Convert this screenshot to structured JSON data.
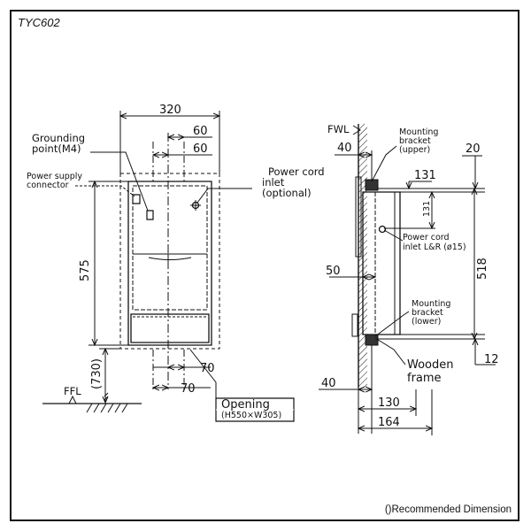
{
  "model": "TYC602",
  "note": "()Recommended Dimension",
  "front": {
    "dims": {
      "width": "320",
      "sixty_a": "60",
      "sixty_b": "60",
      "height": "575",
      "floor": "(730)",
      "seventy_a": "70",
      "seventy_b": "70"
    },
    "labels": {
      "grounding_1": "Grounding",
      "grounding_2": "point(M4)",
      "psc_1": "Power supply",
      "psc_2": "connector",
      "cord_1": "Power cord",
      "cord_2": "inlet",
      "cord_3": "(optional)",
      "ffl": "FFL",
      "opening_1": "Opening",
      "opening_2": "(H550×W305)"
    }
  },
  "side": {
    "dims": {
      "forty_top": "40",
      "twenty": "20",
      "d131": "131",
      "d131_v": "131",
      "d518": "518",
      "fifty": "50",
      "twelve": "12",
      "forty_bottom": "40",
      "d130": "130",
      "d164": "164"
    },
    "labels": {
      "fwl": "FWL",
      "mb_upper_1": "Mounting",
      "mb_upper_2": "bracket",
      "mb_upper_3": "(upper)",
      "pci_1": "Power cord",
      "pci_2": "inlet L&R (ø15)",
      "mb_lower_1": "Mounting",
      "mb_lower_2": "bracket",
      "mb_lower_3": "(lower)",
      "wood_1": "Wooden",
      "wood_2": "frame"
    }
  }
}
